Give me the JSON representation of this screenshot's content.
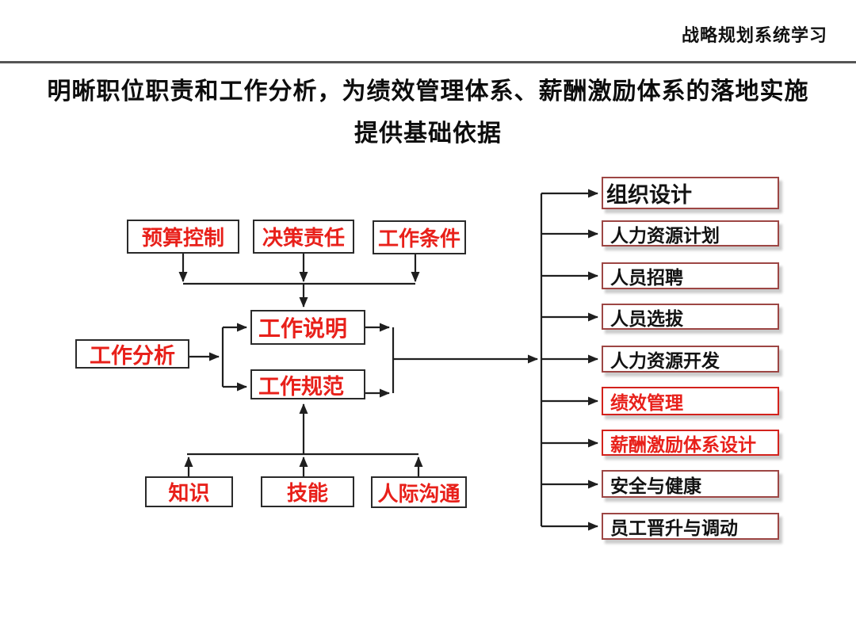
{
  "header": {
    "brand": "战略规划系统学习"
  },
  "title": {
    "line1": "明晰职位职责和工作分析，为绩效管理体系、薪酬激励体系的落地实施",
    "line2": "提供基础依据"
  },
  "diagram": {
    "job_analysis": {
      "label": "工作分析"
    },
    "inputs_top": [
      {
        "label": "预算控制"
      },
      {
        "label": "决策责任"
      },
      {
        "label": "工作条件"
      }
    ],
    "outputs": [
      {
        "label": "工作说明"
      },
      {
        "label": "工作规范"
      }
    ],
    "inputs_bottom": [
      {
        "label": "知识"
      },
      {
        "label": "技能"
      },
      {
        "label": "人际沟通"
      }
    ],
    "hr_functions": [
      {
        "label": "组织设计",
        "highlight": false
      },
      {
        "label": "人力资源计划",
        "highlight": false
      },
      {
        "label": "人员招聘",
        "highlight": false
      },
      {
        "label": "人员选拔",
        "highlight": false
      },
      {
        "label": "人力资源开发",
        "highlight": false
      },
      {
        "label": "绩效管理",
        "highlight": true
      },
      {
        "label": "薪酬激励体系设计",
        "highlight": true
      },
      {
        "label": "安全与健康",
        "highlight": false
      },
      {
        "label": "员工晋升与调动",
        "highlight": false
      }
    ]
  },
  "colors": {
    "accent_red": "#e8201a",
    "node_border": "#2a2a2a",
    "hr_border": "#9d4644",
    "hr_border_hl": "#d3221c",
    "connector": "#1f1f1f",
    "shadow": "#cccccc",
    "rule": "#555555",
    "title_color": "#0d0d0d"
  }
}
